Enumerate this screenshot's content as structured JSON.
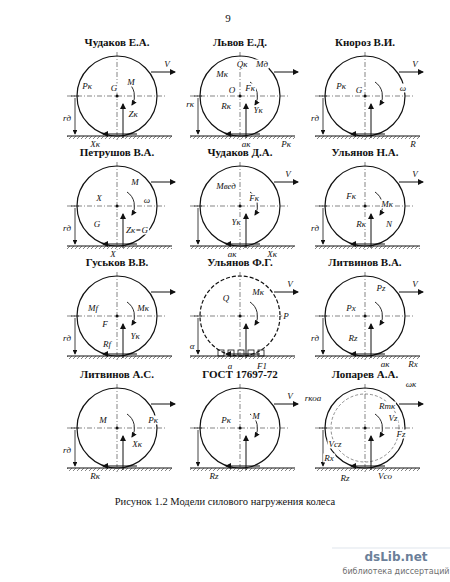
{
  "diagram": {
    "caption": "Рисунок 1.2 Модели силового нагружения колеса",
    "labels": [
      "9",
      "Чудаков Е.А.",
      "Львов Е.Д.",
      "Кнороз В.И.",
      "Петрушов В.А.",
      "Чудаков Д.А.",
      "Ульянов Н.А.",
      "Гуськов В.В.",
      "Ульянов Ф.Г.",
      "Литвинов В.А.",
      "Литвинов А.С.",
      "ГОСТ 17697-72",
      "Лопарев А.А.",
      "Pк",
      "G",
      "M",
      "V",
      "rд",
      "Zк",
      "Xк",
      "Qк",
      "Mк",
      "Mд",
      "O",
      "Fк",
      "Rк",
      "Yк",
      "rк",
      "Pк",
      "aк",
      "Pк",
      "G",
      "ω",
      "V",
      "rд",
      "R",
      "X",
      "M",
      "ω",
      "G",
      "Zк=G",
      "X",
      "rд",
      "V",
      "Mвед",
      "Fк",
      "Yк",
      "aк",
      "Xк",
      "V",
      "Fк",
      "Mк",
      "Rк",
      "N",
      "rд",
      "Mf",
      "Mк",
      "F",
      "Rf",
      "Yк",
      "rд",
      "V",
      "Q",
      "Mк",
      "P",
      "α",
      "a",
      "F1",
      "Pz",
      "Px",
      "V",
      "Rz",
      "Rx",
      "rд",
      "aк",
      "M",
      "Pк",
      "Xк",
      "rд",
      "Rк",
      "V",
      "Pк",
      "M",
      "Rz",
      "rкоа",
      "ωк",
      "Rmк",
      "Vz",
      "Fz",
      "Rx",
      "Vcz",
      "Rz",
      "Vco",
      "dsLib.net",
      "библиотека диссертаций"
    ]
  }
}
